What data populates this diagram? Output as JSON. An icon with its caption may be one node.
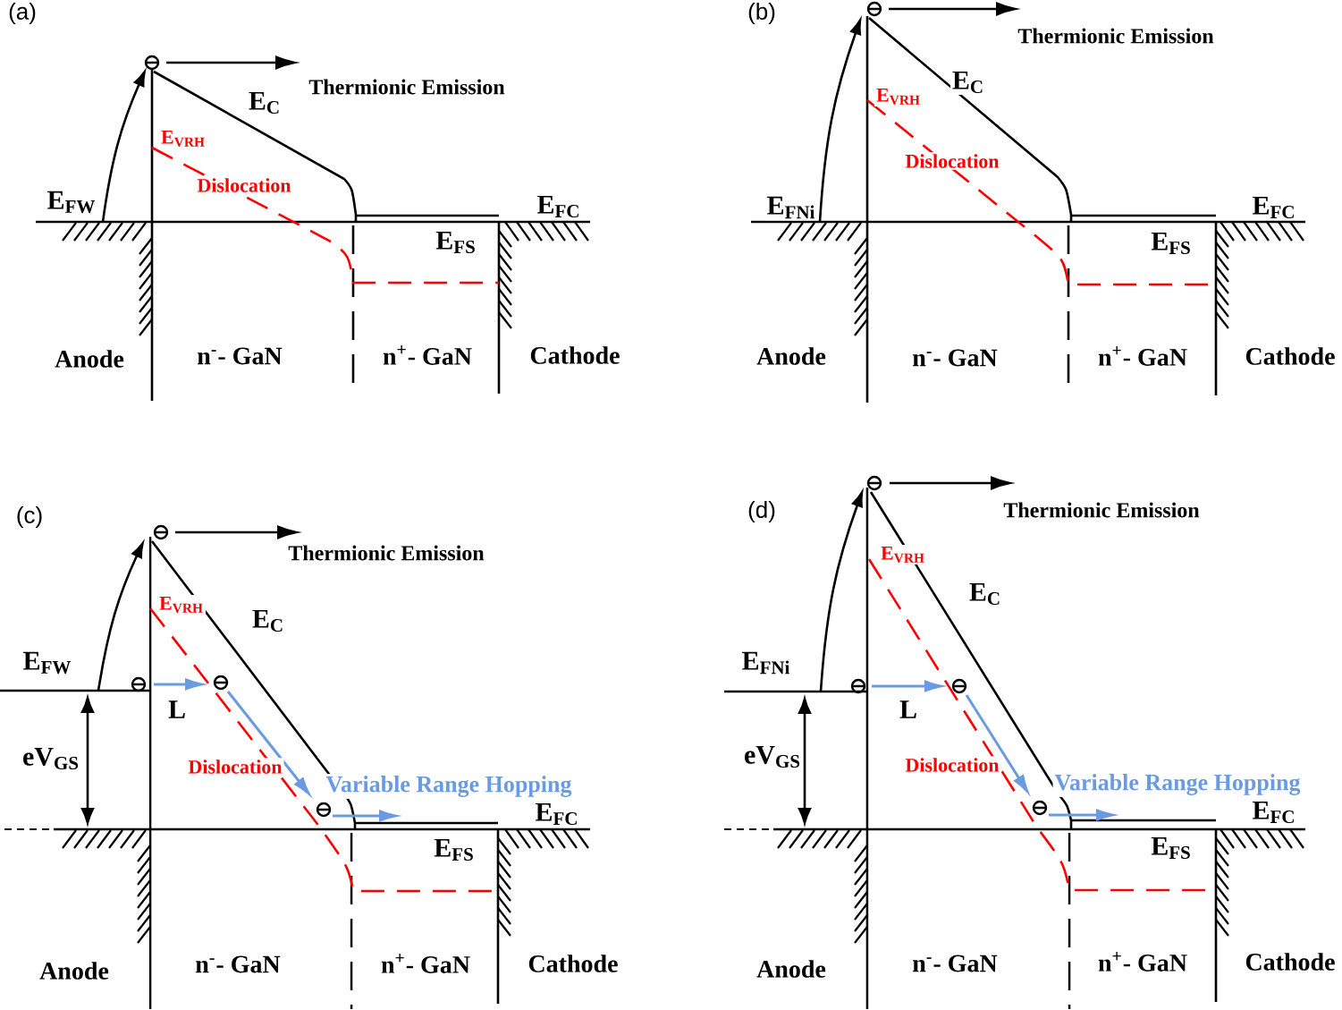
{
  "diagram": {
    "labels": [
      "(a)",
      "E$_{C}$",
      "Thermionic Emission",
      "E$_{VRH}$",
      "Dislocation",
      "E$_{FW}$",
      "E$_{FC}$",
      "E$_{FS}$",
      "Anode",
      "n$^{-}$- GaN",
      "n$^{+}$- GaN",
      "Cathode",
      "(b)",
      "Thermionic Emission",
      "E$_{C}$",
      "E$_{VRH}$",
      "Dislocation",
      "E$_{FNi}$",
      "E$_{FC}$",
      "E$_{FS}$",
      "Anode",
      "n$^{-}$- GaN",
      "n$^{+}$- GaN",
      "Cathode",
      "(c)",
      "Thermionic Emission",
      "E$_{VRH}$",
      "E$_{C}$",
      "E$_{FW}$",
      "L",
      "eV$_{GS}$",
      "Dislocation",
      "Variable Range Hopping",
      "E$_{FC}$",
      "E$_{FS}$",
      "Anode",
      "n$^{-}$- GaN",
      "n$^{+}$- GaN",
      "Cathode",
      "(d)",
      "Thermionic Emission",
      "E$_{VRH}$",
      "E$_{C}$",
      "E$_{FNi}$",
      "L",
      "eV$_{GS}$",
      "Dislocation",
      "Variable Range Hopping",
      "E$_{FC}$",
      "E$_{FS}$",
      "Anode",
      "n$^{-}$- GaN",
      "n$^{+}$- GaN",
      "Cathode"
    ]
  }
}
